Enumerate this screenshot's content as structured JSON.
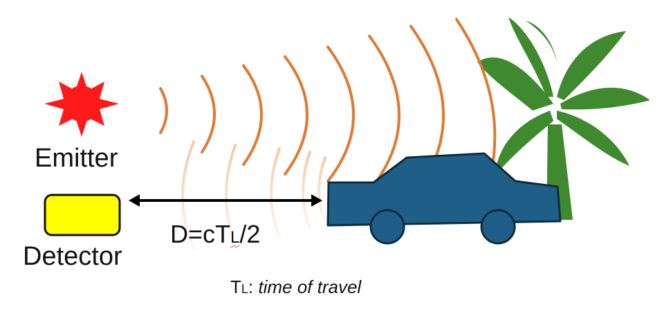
{
  "labels": {
    "emitter": "Emitter",
    "detector": "Detector",
    "distance_prefix": "D=cT",
    "distance_sub": "L",
    "distance_suffix": "/2",
    "caption_symbol": "T",
    "caption_sub": "L",
    "caption_sep": ": ",
    "caption_text": "time of travel"
  },
  "colors": {
    "emitter_star": "#ff1a1a",
    "detector_box": "#ffff00",
    "car_body": "#1f5f87",
    "tree": "#3f8a2e",
    "wave_outgoing": "#e07a33",
    "wave_return": "#f0b896",
    "arrow": "#000000"
  },
  "icons": {
    "emitter": "emitter-star-icon",
    "detector": "detector-box-icon",
    "target": "car-icon",
    "background": "palm-tree-icon"
  }
}
